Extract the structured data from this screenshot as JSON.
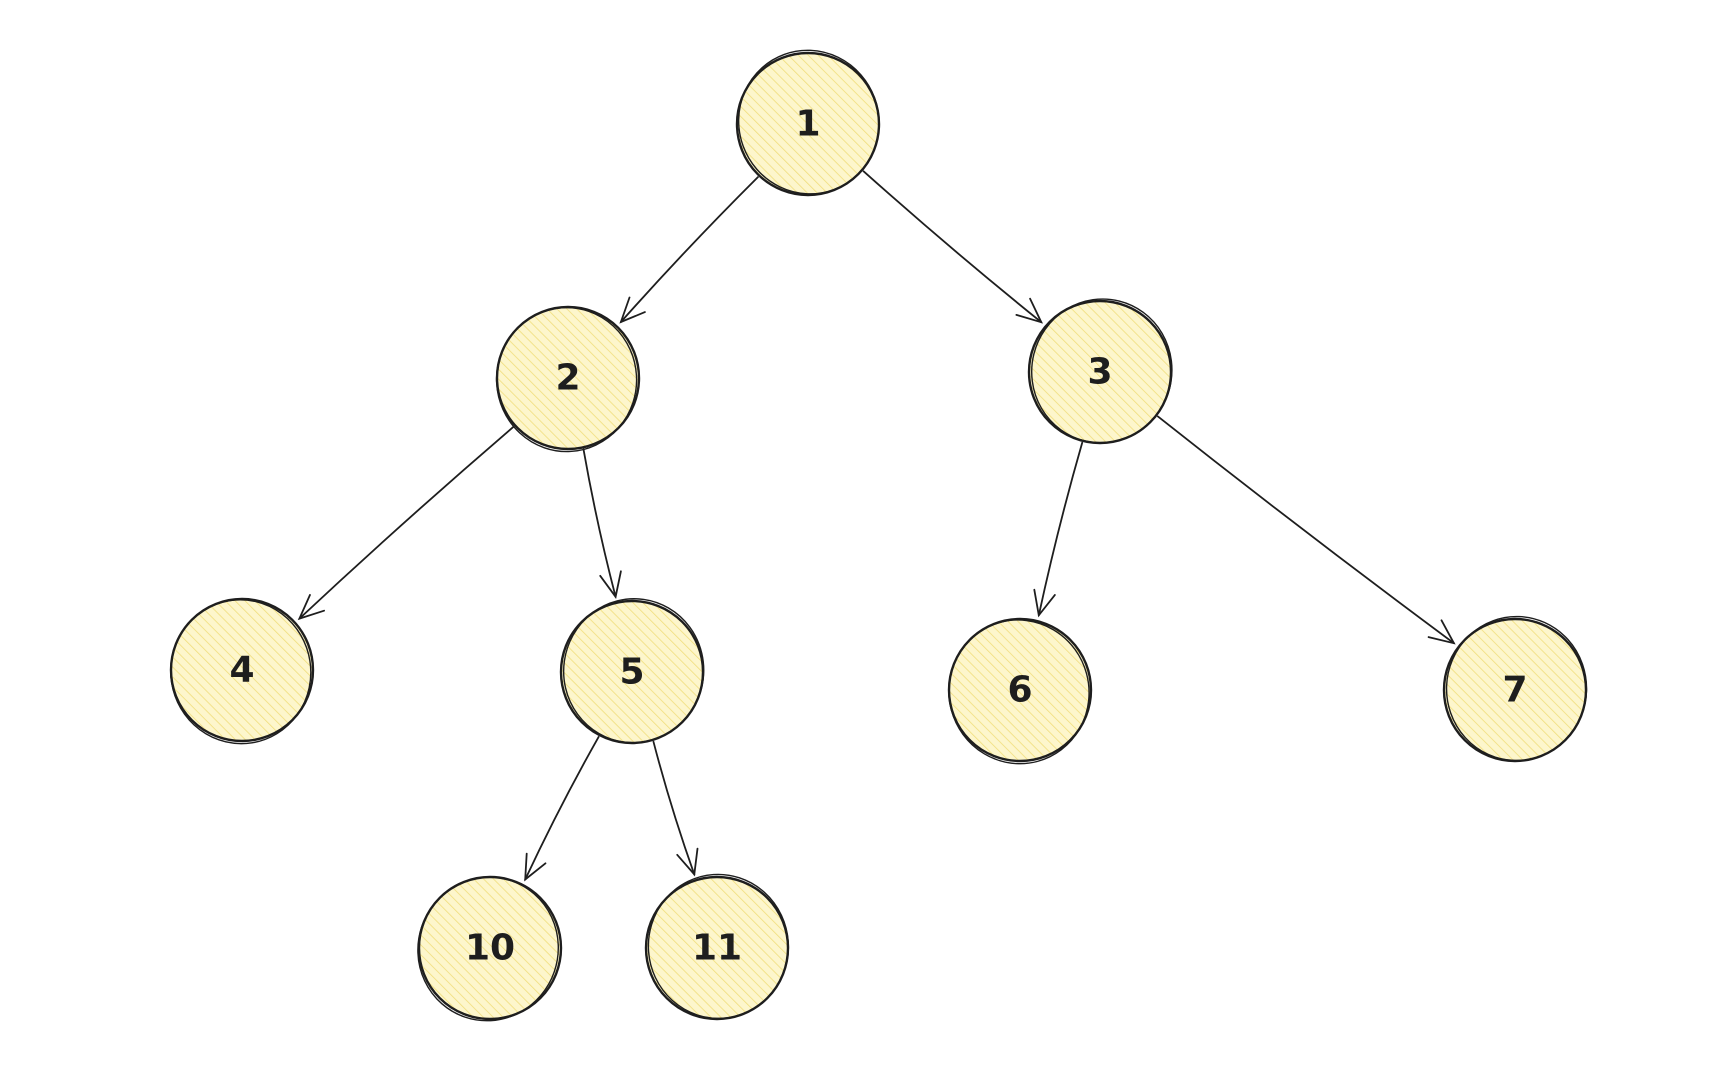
{
  "diagram": {
    "type": "binary-tree",
    "colors": {
      "node_fill": "#fdf6cc",
      "hatch": "#f3e38a",
      "stroke": "#1e1e1e",
      "background": "#ffffff"
    },
    "nodes": [
      {
        "id": "n1",
        "label": "1"
      },
      {
        "id": "n2",
        "label": "2"
      },
      {
        "id": "n3",
        "label": "3"
      },
      {
        "id": "n4",
        "label": "4"
      },
      {
        "id": "n5",
        "label": "5"
      },
      {
        "id": "n6",
        "label": "6"
      },
      {
        "id": "n7",
        "label": "7"
      },
      {
        "id": "n10",
        "label": "10"
      },
      {
        "id": "n11",
        "label": "11"
      }
    ],
    "edges": [
      {
        "from": "n1",
        "to": "n2"
      },
      {
        "from": "n1",
        "to": "n3"
      },
      {
        "from": "n2",
        "to": "n4"
      },
      {
        "from": "n2",
        "to": "n5"
      },
      {
        "from": "n3",
        "to": "n6"
      },
      {
        "from": "n3",
        "to": "n7"
      },
      {
        "from": "n5",
        "to": "n10"
      },
      {
        "from": "n5",
        "to": "n11"
      }
    ]
  }
}
